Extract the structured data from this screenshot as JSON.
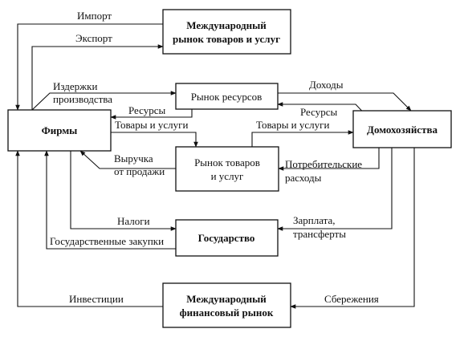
{
  "boxes": {
    "intl_goods": {
      "line1": "Международный",
      "line2": "рынок товаров и услуг"
    },
    "firms": {
      "label": "Фирмы"
    },
    "resources_market": {
      "label": "Рынок ресурсов"
    },
    "households": {
      "label": "Домохозяйства"
    },
    "goods_market": {
      "line1": "Рынок товаров",
      "line2": "и услуг"
    },
    "government": {
      "label": "Государство"
    },
    "intl_finance": {
      "line1": "Международный",
      "line2": "финансовый рынок"
    }
  },
  "flows": {
    "import": "Импорт",
    "export": "Экспорт",
    "costs_line1": "Издержки",
    "costs_line2": "производства",
    "resources_to_firms": "Ресурсы",
    "income": "Доходы",
    "resources_from_households": "Ресурсы",
    "goods_to_market": "Товары и услуги",
    "goods_to_households": "Товары и услуги",
    "revenue_line1": "Выручка",
    "revenue_line2": "от продажи",
    "consumer_line1": "Потребительские",
    "consumer_line2": "расходы",
    "taxes": "Налоги",
    "gov_purchases": "Государственные закупки",
    "wages_line1": "Зарплата,",
    "wages_line2": "трансферты",
    "investment": "Инвестиции",
    "savings": "Сбережения"
  }
}
